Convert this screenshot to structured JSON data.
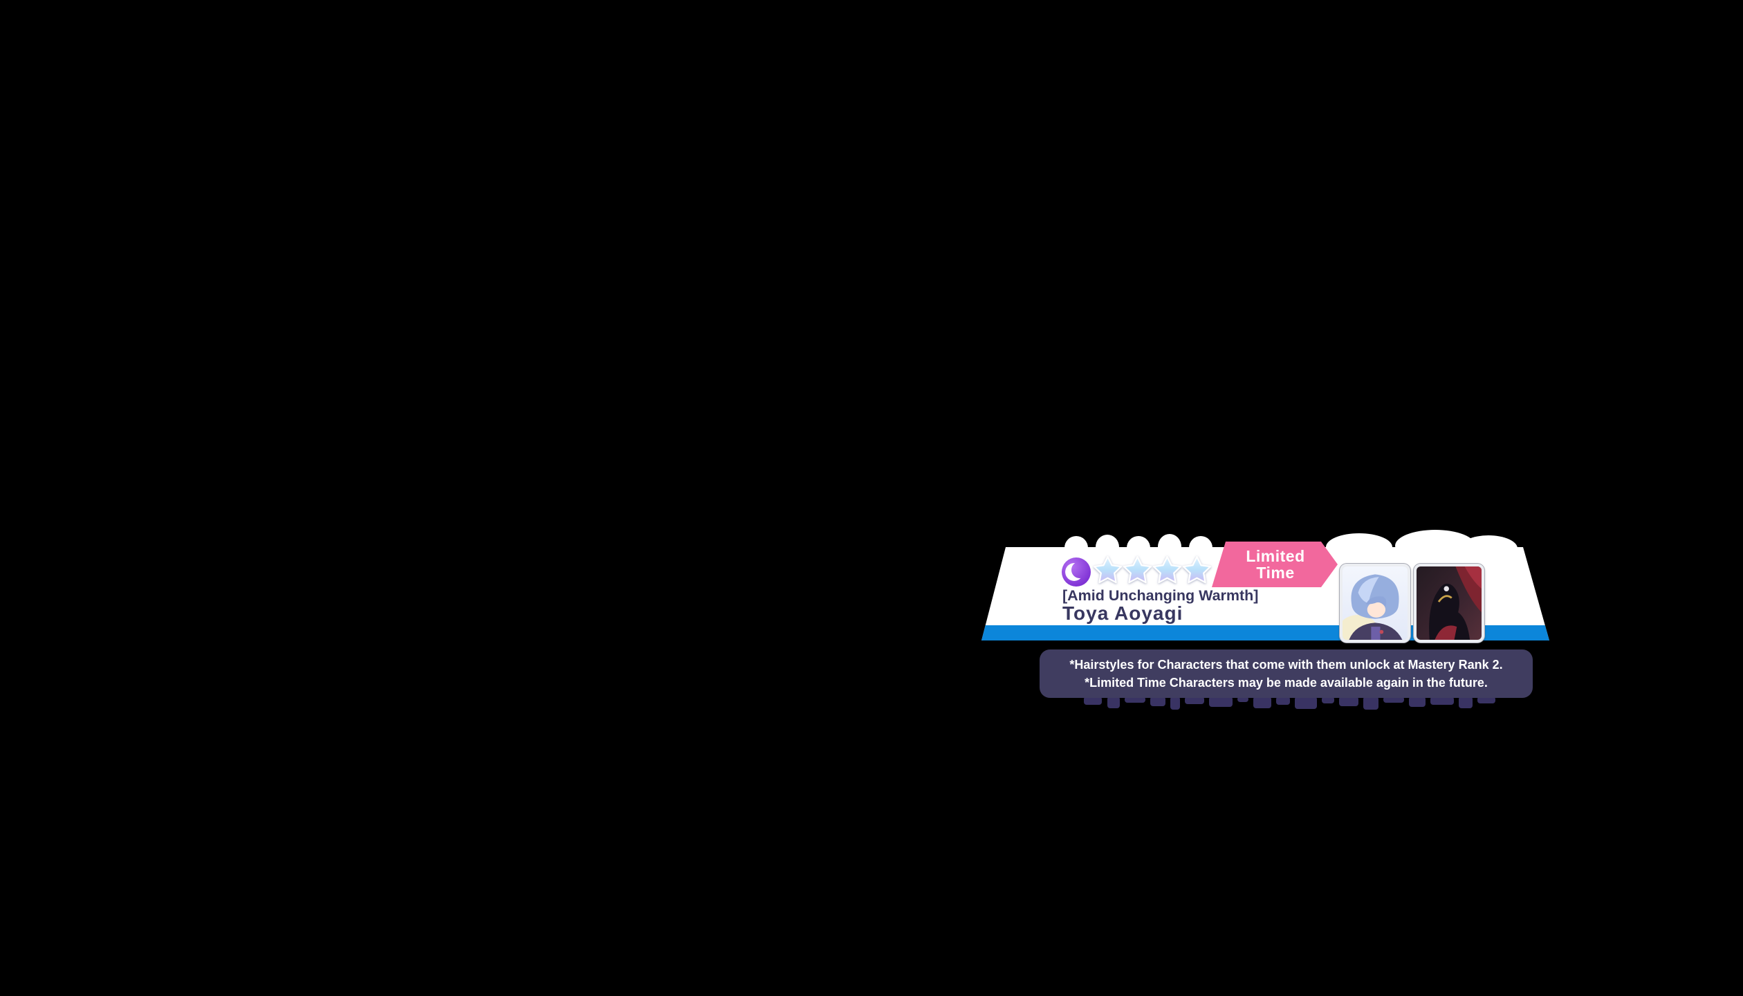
{
  "banner": {
    "attribute": "mysterious",
    "rarity": 4,
    "limited_badge": {
      "line1": "Limited",
      "line2": "Time"
    },
    "card_title": "[Amid Unchanging Warmth]",
    "character_name": "Toya Aoyagi",
    "thumbnails": [
      "card-art-untrained",
      "card-art-trained"
    ]
  },
  "notes": {
    "line1": "*Hairstyles for Characters that come with them unlock at Mastery Rank 2.",
    "line2": "*Limited Time Characters may be made available again in the future."
  },
  "colors": {
    "accent_blue": "#0C86DA",
    "badge_pink": "#F2689D",
    "note_background": "#403D60",
    "text_navy": "#383760",
    "blob_purple": "#393363"
  },
  "icons": {
    "attribute": "mysterious-moon-icon",
    "rarity_star": "rarity-star-icon"
  }
}
